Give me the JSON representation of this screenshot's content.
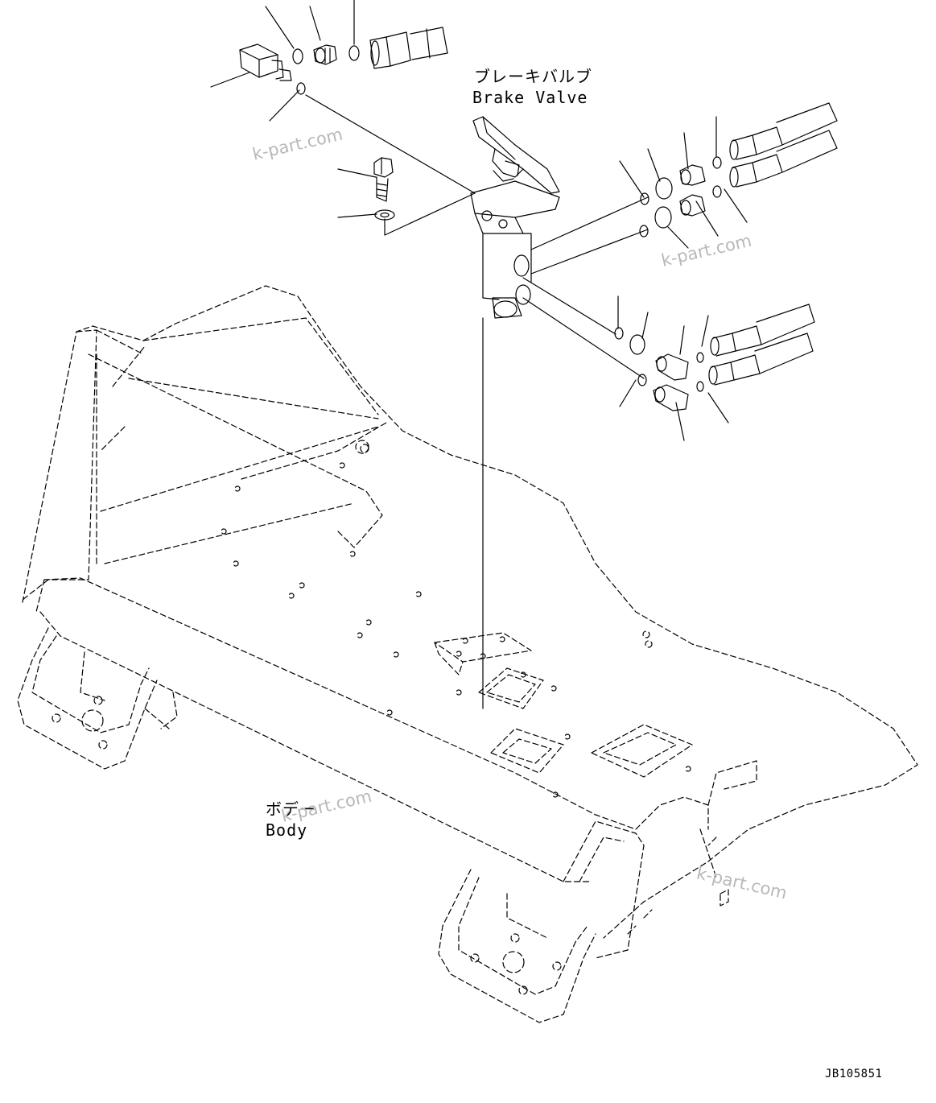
{
  "labels": {
    "brake_valve_jp": "ブレーキバルブ",
    "brake_valve_en": "Brake Valve",
    "body_jp": "ボデー",
    "body_en": "Body"
  },
  "watermark": "k-part.com",
  "drawing_code": "JB105851",
  "colors": {
    "line": "#000000",
    "watermark": "#b8b8b8",
    "background": "#ffffff"
  }
}
